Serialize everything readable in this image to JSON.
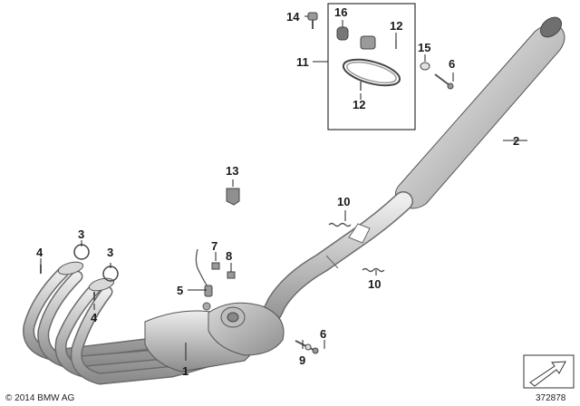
{
  "callouts": [
    "1",
    "2",
    "3",
    "3",
    "4",
    "4",
    "5",
    "6",
    "6",
    "7",
    "8",
    "9",
    "10",
    "10",
    "11",
    "12",
    "12",
    "13",
    "14",
    "15",
    "16"
  ],
  "footer": {
    "copyright": "© 2014 BMW AG",
    "diagram_number": "372878"
  },
  "colors": {
    "metal_light": "#e6e6e6",
    "metal_mid": "#b9b9b9",
    "metal_dark": "#7d7d7d",
    "outline": "#555555",
    "text": "#1a1a1a"
  }
}
